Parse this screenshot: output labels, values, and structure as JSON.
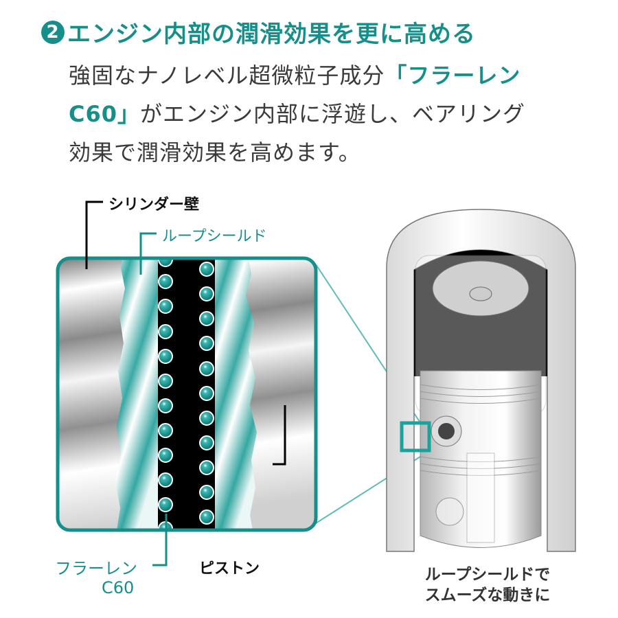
{
  "heading": {
    "number": "2",
    "title": "エンジン内部の潤滑効果を更に高める"
  },
  "body": {
    "line1_prefix": "強固なナノレベル超微粒子成分",
    "line1_highlight": "「フラーレン",
    "line2_highlight": "C60」",
    "line2_rest": "がエンジン内部に浮遊し、ベアリング",
    "line3": "効果で潤滑効果を高めます。"
  },
  "diagram": {
    "labels": {
      "cylinder_wall": "シリンダー壁",
      "loop_shield": "ループシールド",
      "fullerene_line1": "フラーレン",
      "fullerene_line2": "C60",
      "piston": "ピストン"
    },
    "callout": {
      "line1": "ループシールドで",
      "line2": "スムーズな動きに"
    },
    "colors": {
      "accent": "#168f8a",
      "sphere": "#1e9e98",
      "gap": "#000000",
      "metal_dark": "#8a8a8a",
      "metal_light": "#ffffff"
    }
  }
}
